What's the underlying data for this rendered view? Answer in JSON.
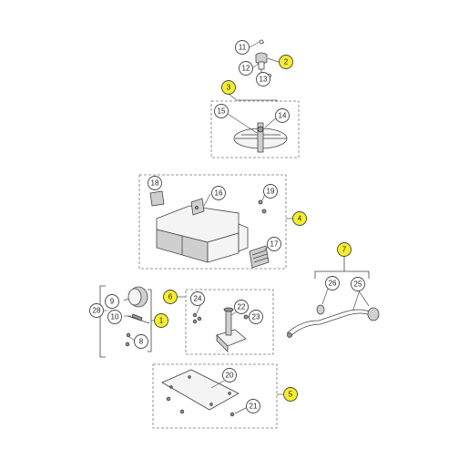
{
  "colors": {
    "highlight": "#f5ee2a",
    "outline": "#444444",
    "box_dash": "#777777"
  },
  "groups": [
    {
      "label": "1"
    },
    {
      "label": "2"
    },
    {
      "label": "3"
    },
    {
      "label": "4"
    },
    {
      "label": "5"
    },
    {
      "label": "6"
    },
    {
      "label": "7"
    }
  ],
  "parts": [
    {
      "label": "8"
    },
    {
      "label": "9"
    },
    {
      "label": "10"
    },
    {
      "label": "11"
    },
    {
      "label": "12"
    },
    {
      "label": "13"
    },
    {
      "label": "14"
    },
    {
      "label": "15"
    },
    {
      "label": "16"
    },
    {
      "label": "17"
    },
    {
      "label": "18"
    },
    {
      "label": "19"
    },
    {
      "label": "20"
    },
    {
      "label": "21"
    },
    {
      "label": "22"
    },
    {
      "label": "23"
    },
    {
      "label": "24"
    },
    {
      "label": "25"
    },
    {
      "label": "26"
    },
    {
      "label": "28"
    }
  ]
}
